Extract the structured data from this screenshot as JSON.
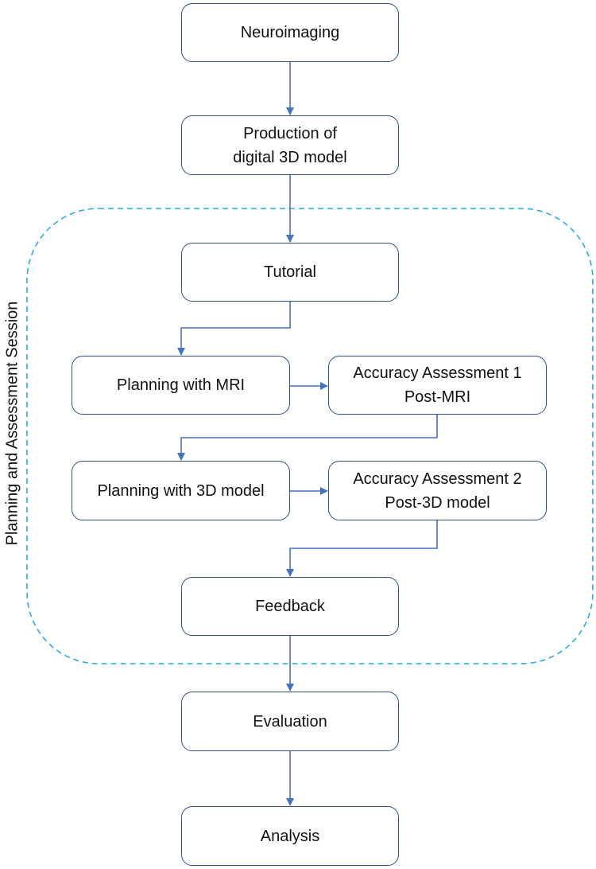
{
  "diagram": {
    "session_label": "Planning and Assessment Session",
    "colors": {
      "box_border": "#2f4f8f",
      "arrow": "#4472c4",
      "session_border": "#29abe2"
    },
    "nodes": {
      "neuroimaging": "Neuroimaging",
      "production": "Production of\ndigital 3D model",
      "tutorial": "Tutorial",
      "planning_mri": "Planning with MRI",
      "accuracy_1": "Accuracy Assessment 1\nPost-MRI",
      "planning_3d": "Planning with 3D model",
      "accuracy_2": "Accuracy Assessment 2\nPost-3D model",
      "feedback": "Feedback",
      "evaluation": "Evaluation",
      "analysis": "Analysis"
    }
  }
}
